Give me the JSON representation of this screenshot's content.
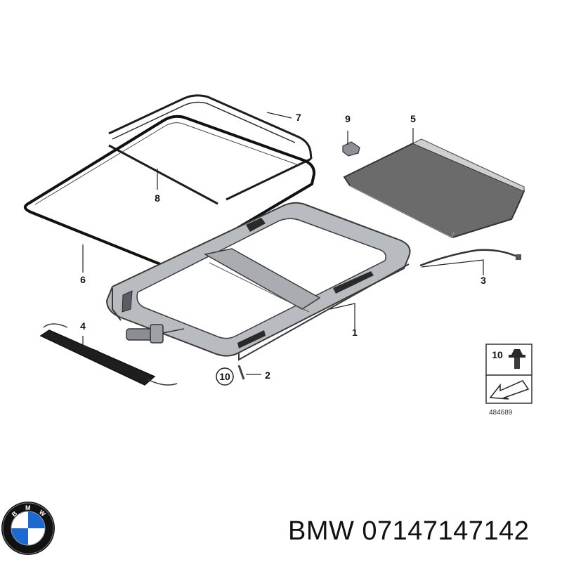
{
  "callouts": {
    "c1": "1",
    "c2": "2",
    "c3": "3",
    "c4": "4",
    "c5": "5",
    "c6": "6",
    "c7": "7",
    "c8": "8",
    "c9": "9",
    "c10": "10"
  },
  "inset": {
    "part": "10",
    "diagram_id": "484689"
  },
  "logo": {
    "letters": "BMW",
    "colors": {
      "blue": "#1c69d4",
      "ring": "#111111",
      "white": "#ffffff"
    }
  },
  "caption": {
    "brand": "BMW",
    "part_number": "07147147142"
  }
}
